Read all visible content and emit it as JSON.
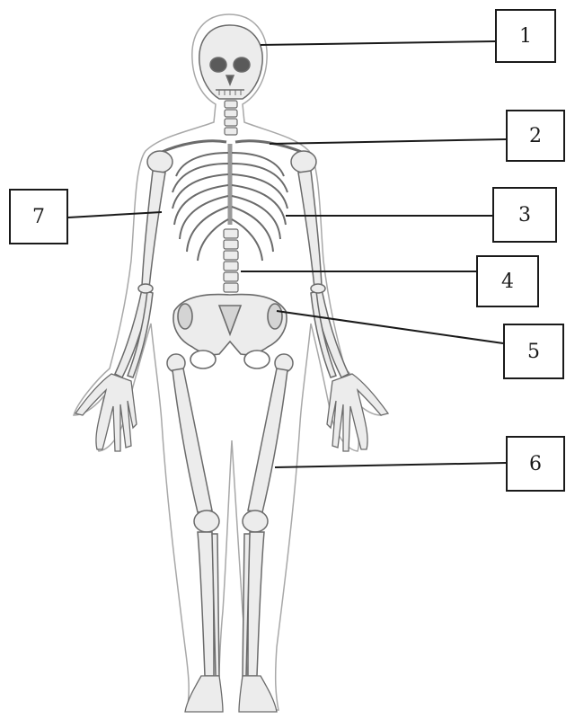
{
  "labels": [
    {
      "id": "1",
      "text": "1"
    },
    {
      "id": "2",
      "text": "2"
    },
    {
      "id": "3",
      "text": "3"
    },
    {
      "id": "4",
      "text": "4"
    },
    {
      "id": "5",
      "text": "5"
    },
    {
      "id": "6",
      "text": "6"
    },
    {
      "id": "7",
      "text": "7"
    }
  ],
  "colors": {
    "bone_fill": "#ececec",
    "bone_stroke": "#6b6b6b",
    "outline": "#a8a8a8",
    "leader": "#1a1a1a",
    "box_border": "#1a1a1a"
  }
}
